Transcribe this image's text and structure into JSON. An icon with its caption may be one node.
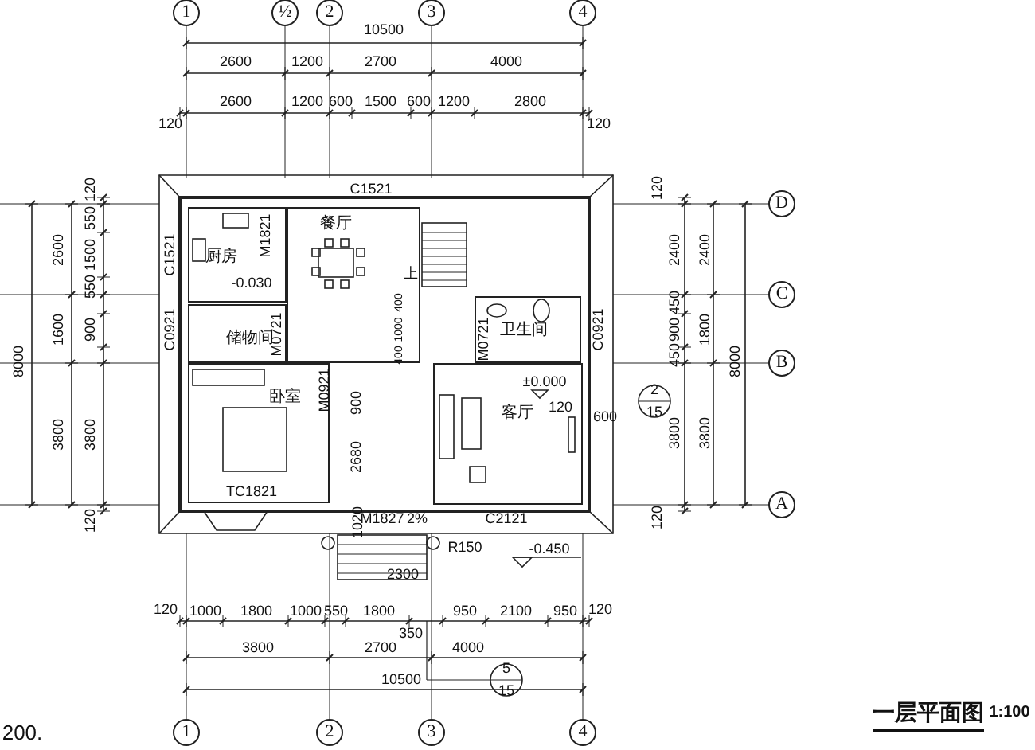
{
  "diagram": {
    "title": "一层平面图",
    "nodes": [
      {
        "text": [
          "厨房"
        ]
      },
      {
        "text": [
          "储物间"
        ]
      },
      {
        "text": [
          "卧室"
        ]
      },
      {
        "text": [
          "餐厅"
        ]
      },
      {
        "text": [
          "卫生间"
        ]
      },
      {
        "text": [
          "客厅"
        ]
      }
    ],
    "labels": [
      "1",
      "½",
      "2",
      "3",
      "4",
      "10500",
      "2600",
      "1200",
      "2700",
      "4000",
      "120",
      "2600",
      "1200",
      "600",
      "1500",
      "600",
      "1200",
      "2800",
      "120",
      "8000",
      "2600",
      "1600",
      "3800",
      "120",
      "550",
      "1500",
      "550",
      "900",
      "3800",
      "120",
      "C1521",
      "C1521",
      "C0921",
      "M1821",
      "-0.030",
      "M0721",
      "M0921",
      "TC1821",
      "M1827",
      "2%",
      "C2121",
      "M0721",
      "C0921",
      "±0.000",
      "上",
      "R150",
      "-0.450",
      "400",
      "1000",
      "400",
      "900",
      "2680",
      "1020",
      "2300",
      "120",
      "600",
      "120",
      "2400",
      "450",
      "900",
      "450",
      "3800",
      "120",
      "2400",
      "1800",
      "3800",
      "8000",
      "D",
      "C",
      "B",
      "A",
      "2",
      "15",
      "120",
      "1000",
      "1800",
      "1000",
      "550",
      "1800",
      "950",
      "2100",
      "950",
      "120",
      "350",
      "3800",
      "2700",
      "4000",
      "10500",
      "5",
      "15",
      "1",
      "2",
      "3",
      "4",
      "200.",
      "1:100"
    ]
  }
}
